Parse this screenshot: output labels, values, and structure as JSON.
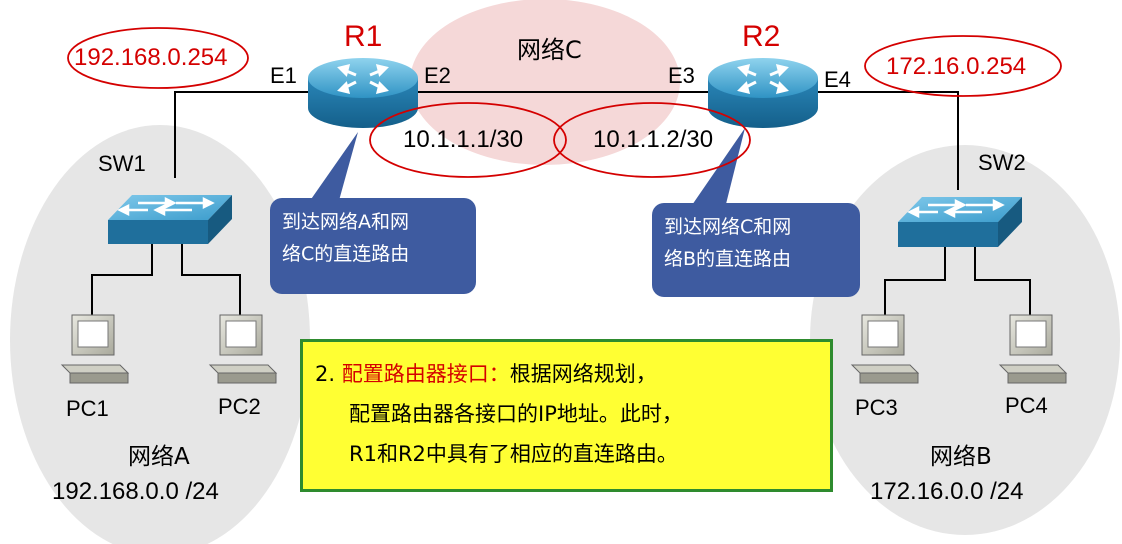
{
  "routers": {
    "r1": {
      "name": "R1"
    },
    "r2": {
      "name": "R2"
    }
  },
  "interfaces": {
    "e1": "E1",
    "e2": "E2",
    "e3": "E3",
    "e4": "E4"
  },
  "switches": {
    "sw1": "SW1",
    "sw2": "SW2"
  },
  "pcs": {
    "pc1": "PC1",
    "pc2": "PC2",
    "pc3": "PC3",
    "pc4": "PC4"
  },
  "networks": {
    "a": {
      "name": "网络A",
      "subnet": "192.168.0.0 /24"
    },
    "b": {
      "name": "网络B",
      "subnet": "172.16.0.0 /24"
    },
    "c": {
      "name": "网络C"
    }
  },
  "ip_labels": {
    "r1_e1": "192.168.0.254",
    "r2_e4": "172.16.0.254",
    "r1_e2": "10.1.1.1/30",
    "r2_e3": "10.1.1.2/30"
  },
  "callouts": {
    "r1": {
      "line1": "到达网络A和网",
      "line2": "络C的直连路由"
    },
    "r2": {
      "line1": "到达网络C和网",
      "line2": "络B的直连路由"
    }
  },
  "note": {
    "number": "2.",
    "highlight": "配置路由器接口：",
    "line1_rest": "根据网络规划，",
    "line2": "配置路由器各接口的IP地址。此时，",
    "line3": "R1和R2中具有了相应的直连路由。"
  },
  "colors": {
    "highlight_red": "#d40000",
    "network_c_fill": "#f5d8d8",
    "lan_fill": "#e6e6e6",
    "callout_blue": "#3e5ba0",
    "note_yellow": "#ffff33",
    "note_border": "#2e8b2e"
  }
}
